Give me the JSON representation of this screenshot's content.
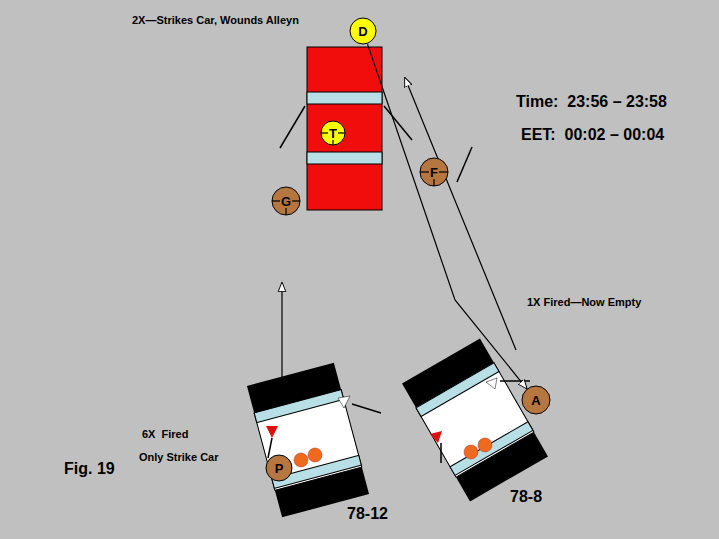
{
  "diagram": {
    "caption": "Fig. 19",
    "nodes": [
      {
        "text": [
          "D"
        ]
      },
      {
        "text": [
          "T"
        ]
      },
      {
        "text": [
          "G"
        ]
      },
      {
        "text": [
          "F"
        ]
      },
      {
        "text": [
          "A"
        ]
      },
      {
        "text": [
          "P"
        ]
      }
    ],
    "edges": [
      {
        "from": 0,
        "to": 4,
        "arrow": "to"
      }
    ],
    "labels": [
      "2X—Strikes Car, Wounds Alleyn",
      "Time:  23:56 – 23:58",
      "EET:  00:02 – 00:04",
      "1X Fired—Now Empty",
      "6X  Fired",
      "Only Strike Car",
      "78-12",
      "78-8"
    ]
  }
}
